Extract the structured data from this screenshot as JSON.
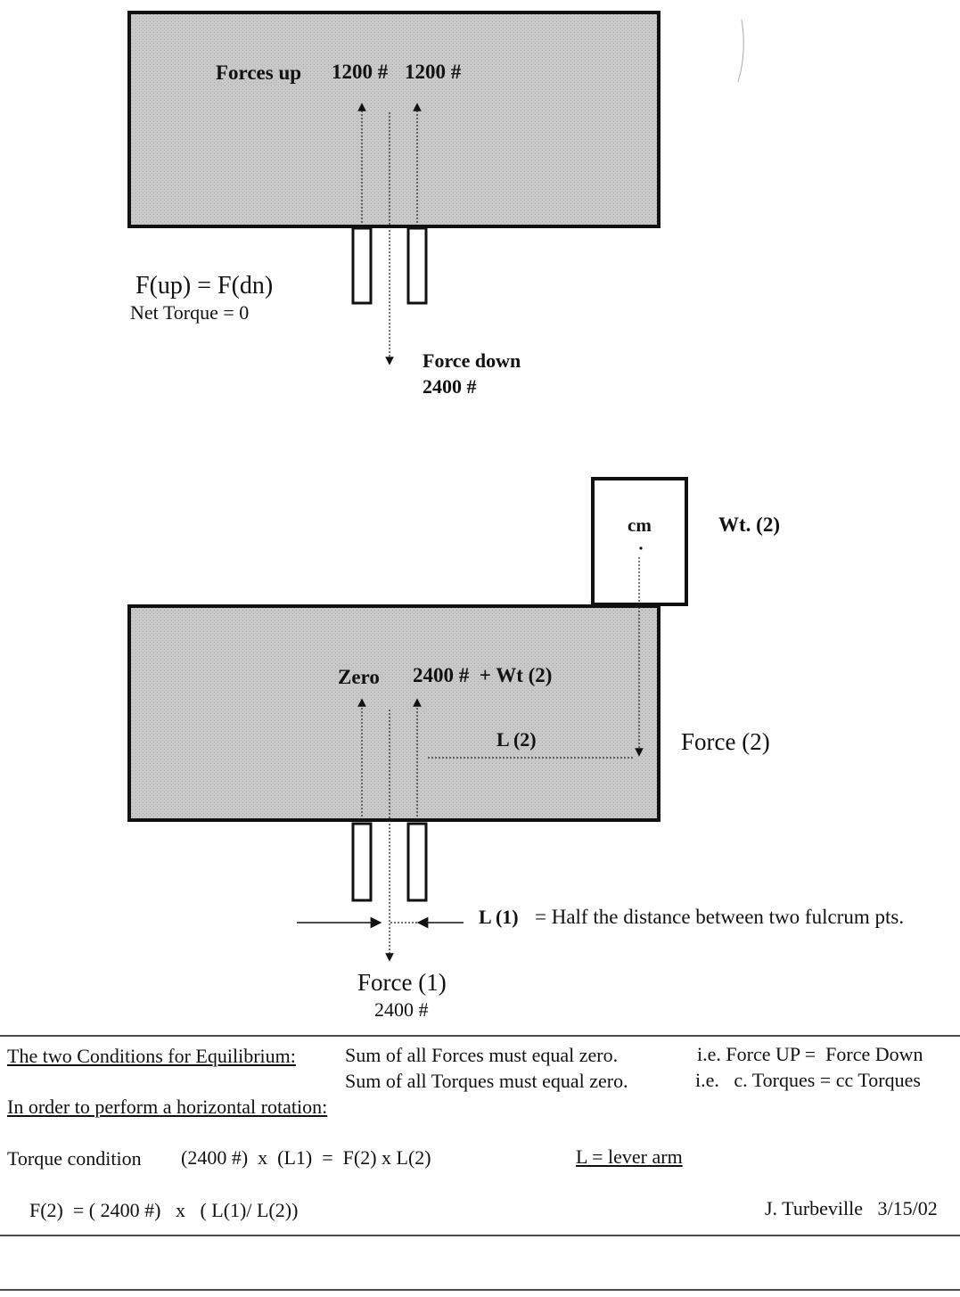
{
  "colors": {
    "block_fill": "#c4c4c4",
    "stroke": "#111111",
    "paper": "#ffffff"
  },
  "top_diagram": {
    "forces_up_label": "Forces up",
    "left_force": "1200 #",
    "right_force": "1200 #",
    "equation": "F(up) = F(dn)",
    "net_torque": "Net Torque = 0",
    "force_down_label": "Force down",
    "force_down_value": "2400 #"
  },
  "bottom_diagram": {
    "cm_label": "cm",
    "weight_label": "Wt. (2)",
    "left_force": "Zero",
    "right_force": "2400 #  + Wt (2)",
    "lever_arm_2": "L (2)",
    "force_2": "Force (2)",
    "lever_arm_1": "L (1)",
    "lever_arm_1_def": "= Half the distance between two fulcrum pts.",
    "force_1": "Force (1)",
    "force_1_value": "2400 #"
  },
  "notes": {
    "conditions_title": "The two Conditions for Equilibrium:",
    "condition_forces": "Sum of all Forces must equal zero.",
    "condition_forces_ie": "i.e. Force UP =  Force Down",
    "condition_torques": "Sum of all Torques must equal zero.",
    "condition_torques_ie": "i.e.   c. Torques = cc Torques",
    "rotation_heading": "In order to perform a horizontal rotation:",
    "torque_condition_label": "Torque condition",
    "torque_condition_eq": "(2400 #)  x  (L1)  =  F(2) x L(2)",
    "lever_arm_def": "L = lever arm",
    "f2_formula": "F(2)  = ( 2400 #)   x   ( L(1)/ L(2))",
    "author_date": "J. Turbeville   3/15/02"
  }
}
